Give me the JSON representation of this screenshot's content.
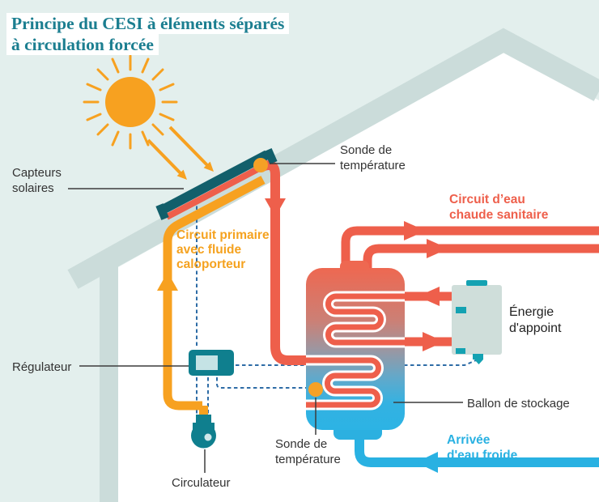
{
  "title": {
    "line1": "Principe du CESI à éléments séparés",
    "line2": "à circulation forcée"
  },
  "labels": {
    "capteurs_solaires": {
      "line1": "Capteurs",
      "line2": "solaires"
    },
    "sonde_temperature_haut": {
      "line1": "Sonde de",
      "line2": "température"
    },
    "circuit_primaire": {
      "line1": "Circuit primaire",
      "line2": "avec fluide",
      "line3": "caloporteur"
    },
    "circuit_eau_chaude": {
      "line1": "Circuit d’eau",
      "line2": "chaude sanitaire"
    },
    "energie_appoint": {
      "line1": "Énergie",
      "line2": "d'appoint"
    },
    "regulateur": "Régulateur",
    "circulateur": "Circulateur",
    "sonde_temperature_bas": {
      "line1": "Sonde de",
      "line2": "température"
    },
    "ballon_stockage": "Ballon de stockage",
    "arrivee_eau_froide": {
      "line1": "Arrivée",
      "line2": "d'eau froide"
    }
  },
  "icons": {
    "sun": "sun-icon",
    "solar_collector": "solar-collector",
    "storage_tank": "storage-tank",
    "regulator": "regulator-box",
    "circulator": "circulator-pump",
    "auxiliary_heater": "auxiliary-heater-box",
    "temperature_sensors": "temperature-sensor-dot"
  },
  "colors": {
    "background": "#e3efed",
    "house_fill": "#ffffff",
    "roof_grey": "#cbdcda",
    "title_teal": "#1b7e90",
    "component_teal": "#0f7f8e",
    "collector_teal": "#125f6b",
    "pipe_orange": "#f7a120",
    "pipe_red": "#ee5f4b",
    "pipe_blue": "#29b1e2",
    "dashed_wire_blue": "#2e6ca6",
    "sensor_orange": "#f5a126",
    "tank_gradient_top": "#ee6851",
    "tank_gradient_bottom": "#2cb3e4",
    "aux_box_grey": "#cfdeda"
  }
}
